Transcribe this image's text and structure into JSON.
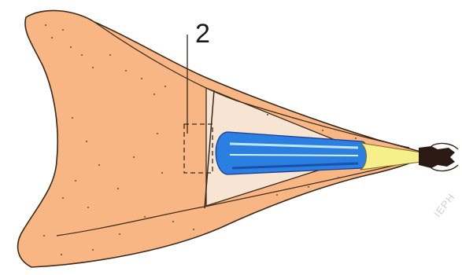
{
  "diagram": {
    "callout_label": "2",
    "watermark": "IEPH",
    "colors": {
      "body_fill": "#f7b683",
      "body_outline": "#3a2a1a",
      "cavity_fill": "#f7e4d3",
      "tube_fill": "#2a7fe0",
      "tube_highlight": "#bfe6ff",
      "tube_dark": "#1a4fb0",
      "tip_fill": "#f7ef8a",
      "end_fill": "#2b1a14",
      "speckle": "#6b4a33"
    },
    "icons": [
      "tooth-cross-section-shape",
      "root-canal-cavity",
      "instrument-tube",
      "dashed-marker",
      "end-cap"
    ]
  }
}
